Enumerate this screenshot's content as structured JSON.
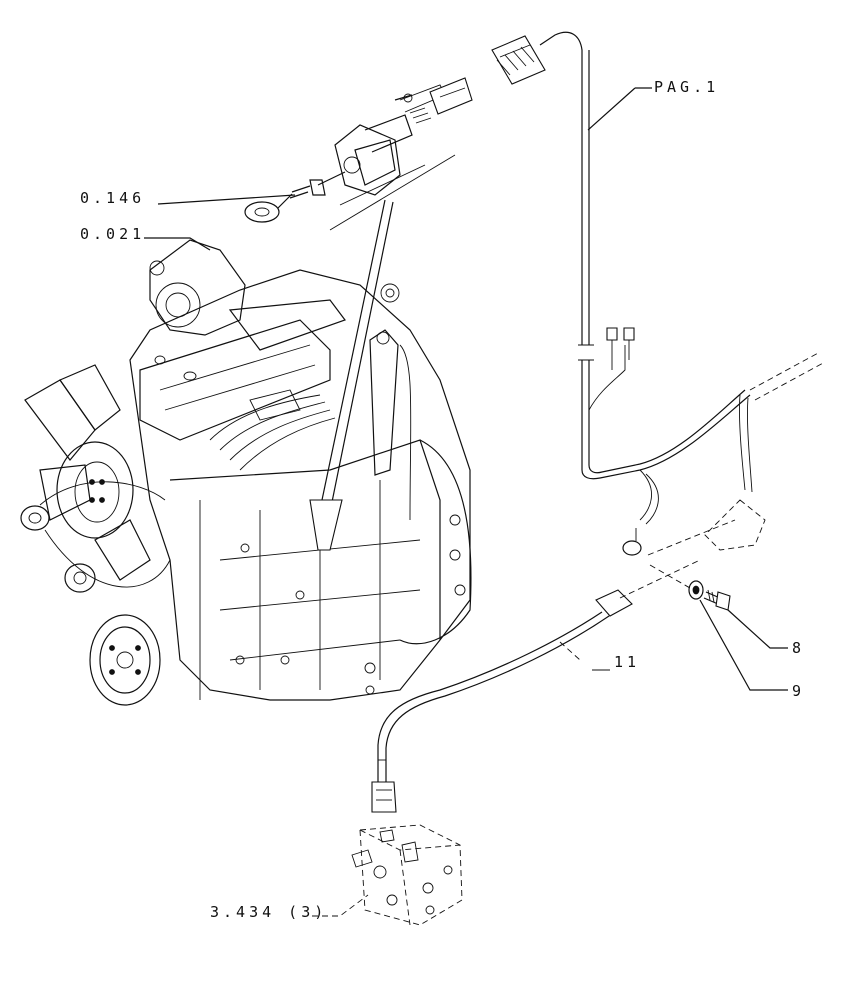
{
  "labels": {
    "pag": "PAG.1",
    "ref_0146": "0.146",
    "ref_0021": "0.021",
    "ref_8": "8",
    "ref_9": "9",
    "ref_11": "11",
    "ref_3434": "3.434 (3)"
  },
  "colors": {
    "line": "#111111",
    "background": "#ffffff"
  }
}
